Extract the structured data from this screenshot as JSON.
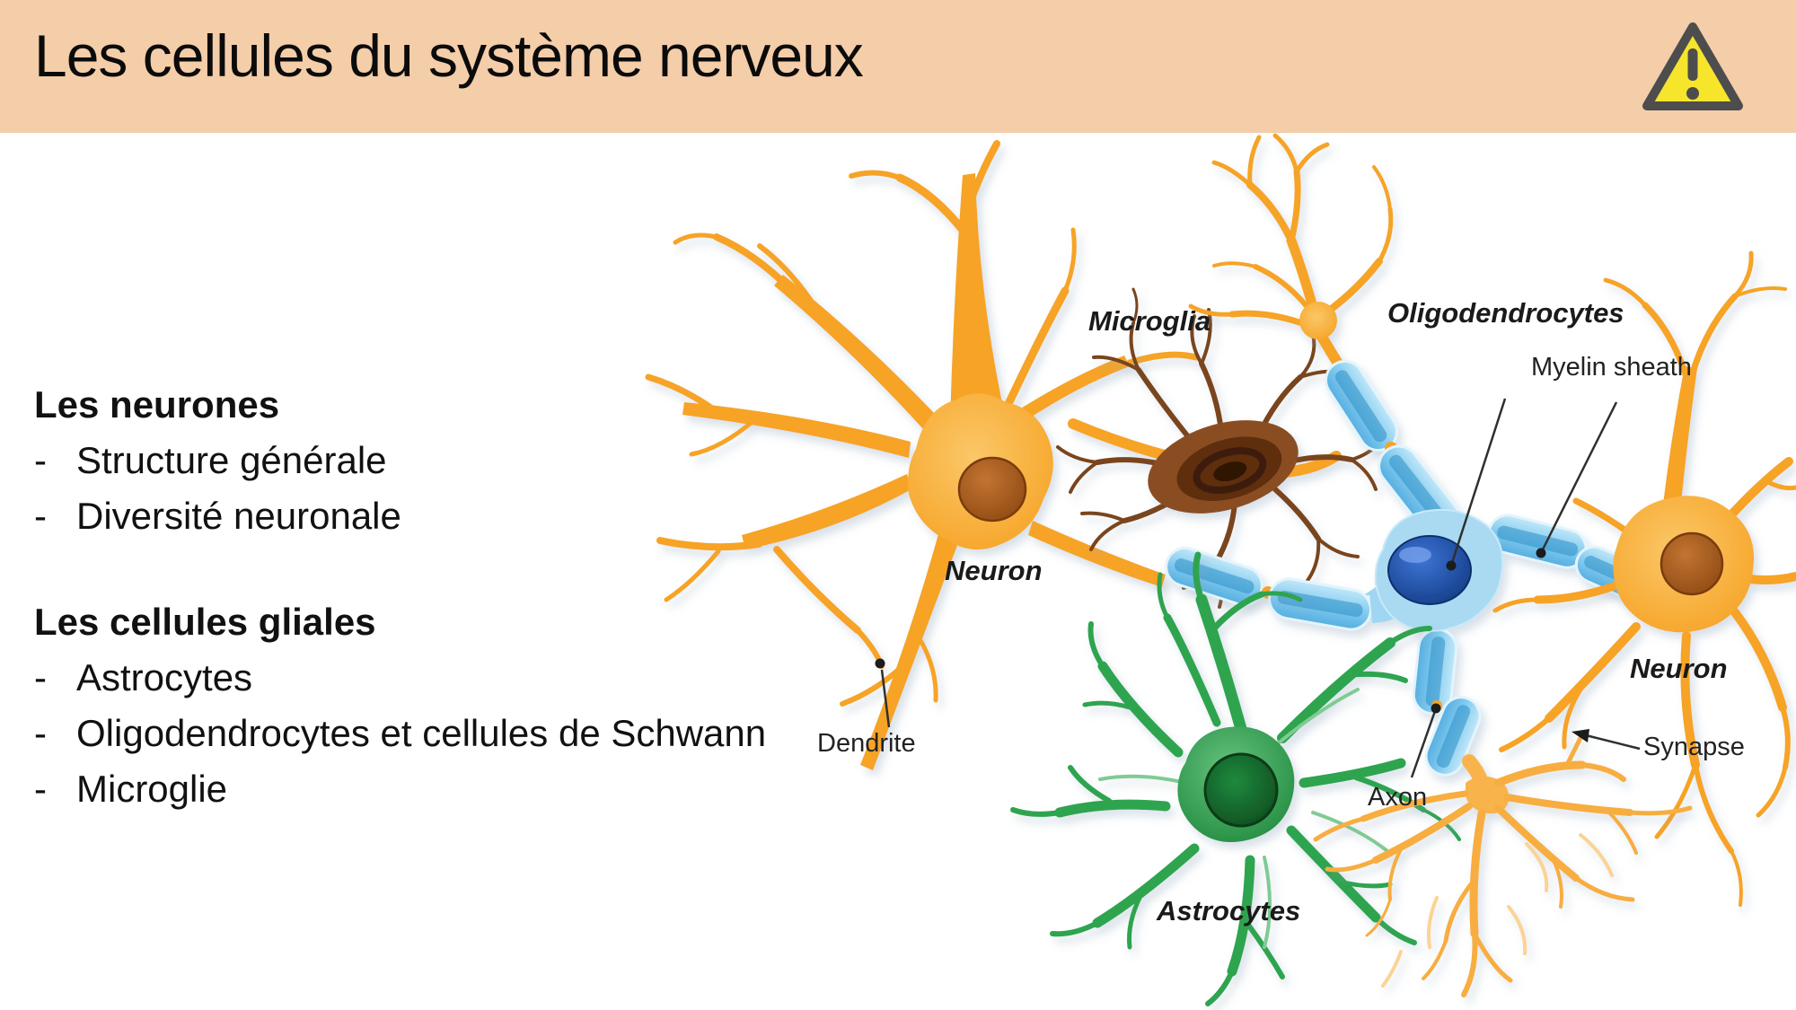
{
  "slide": {
    "title": "Les cellules du système nerveux",
    "header_color": "#F4CDA9",
    "background": "#FFFFFF"
  },
  "warning": {
    "icon": "warning-triangle",
    "fill": "#F7E52C",
    "stroke": "#4D4D4D"
  },
  "outline": {
    "bullet_char": "-",
    "sections": [
      {
        "heading": "Les neurones",
        "items": [
          "Structure générale",
          "Diversité neuronale"
        ]
      },
      {
        "heading": "Les cellules gliales",
        "items": [
          "Astrocytes",
          "Oligodendrocytes et cellules de Schwann",
          "Microglie"
        ]
      }
    ]
  },
  "diagram": {
    "labels": [
      {
        "id": "microglia",
        "text": "Microglia",
        "style": "cell"
      },
      {
        "id": "oligodendrocytes",
        "text": "Oligodendrocytes",
        "style": "cell"
      },
      {
        "id": "myelin-sheath",
        "text": "Myelin sheath",
        "style": "structure"
      },
      {
        "id": "neuron-left",
        "text": "Neuron",
        "style": "cell"
      },
      {
        "id": "dendrite",
        "text": "Dendrite",
        "style": "structure"
      },
      {
        "id": "axon",
        "text": "Axon",
        "style": "structure"
      },
      {
        "id": "synapse",
        "text": "Synapse",
        "style": "structure"
      },
      {
        "id": "astrocytes",
        "text": "Astrocytes",
        "style": "cell"
      },
      {
        "id": "neuron-right",
        "text": "Neuron",
        "style": "cell"
      }
    ],
    "colors": {
      "neuron_orange": "#F6A325",
      "neuron_nucleus_brown": "#8F4A12",
      "axon_terminal_orange": "#F8B44C",
      "microglia_brown": "#7A441E",
      "myelin_blue": "#7FC9EE",
      "oligodendrocyte_body_blue": "#A9DAF2",
      "oligodendrocyte_nucleus_blue": "#1D4FA8",
      "astrocyte_green": "#2EA44F",
      "astrocyte_nucleus_green": "#156A30",
      "pointer_line": "#2F2F2F"
    }
  }
}
